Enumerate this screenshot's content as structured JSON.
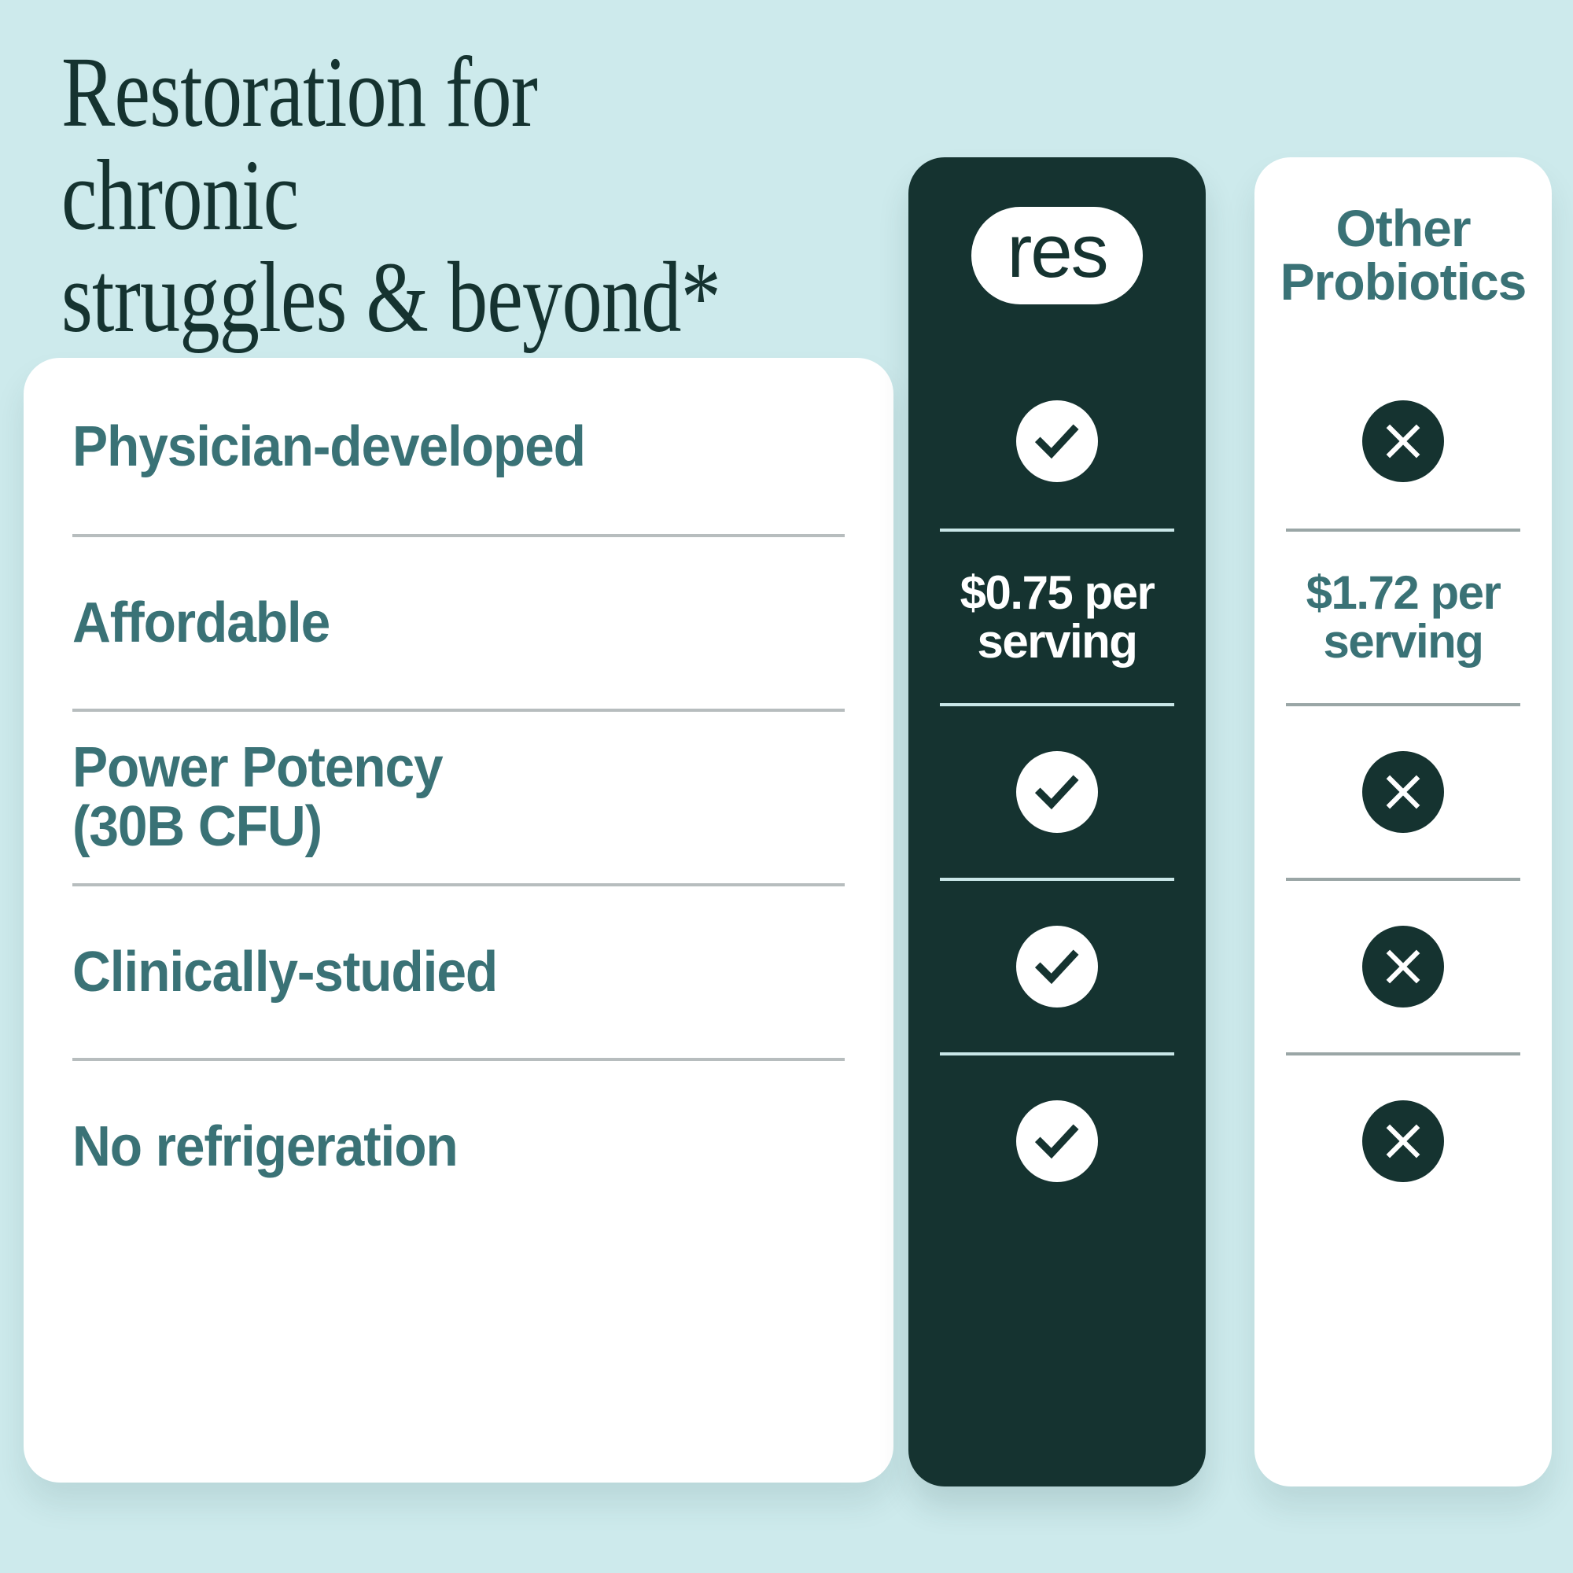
{
  "theme": {
    "background": "#cdeaec",
    "dark_teal": "#153330",
    "mid_teal": "#3a7276",
    "white": "#ffffff",
    "divider_light": "#b7bdbe",
    "divider_on_dark": "#c9e7e8"
  },
  "headline": {
    "line1": "Restoration for chronic",
    "line2": "struggles & beyond*",
    "full": "Restoration for chronic\nstruggles & beyond*"
  },
  "features": [
    {
      "label": "Physician-developed"
    },
    {
      "label": "Affordable"
    },
    {
      "label": "Power Potency\n(30B CFU)"
    },
    {
      "label": "Clinically-studied"
    },
    {
      "label": "No refrigeration"
    }
  ],
  "columns": [
    {
      "id": "res",
      "header_type": "logo",
      "header_label": "res",
      "cells": [
        {
          "type": "check",
          "icon": "check-circle-icon"
        },
        {
          "type": "text",
          "value": "$0.75 per\nserving"
        },
        {
          "type": "check",
          "icon": "check-circle-icon"
        },
        {
          "type": "check",
          "icon": "check-circle-icon"
        },
        {
          "type": "check",
          "icon": "check-circle-icon"
        }
      ]
    },
    {
      "id": "other",
      "header_type": "text",
      "header_label": "Other\nProbiotics",
      "cells": [
        {
          "type": "x",
          "icon": "x-circle-icon"
        },
        {
          "type": "text",
          "value": "$1.72 per\nserving"
        },
        {
          "type": "x",
          "icon": "x-circle-icon"
        },
        {
          "type": "x",
          "icon": "x-circle-icon"
        },
        {
          "type": "x",
          "icon": "x-circle-icon"
        }
      ]
    }
  ]
}
